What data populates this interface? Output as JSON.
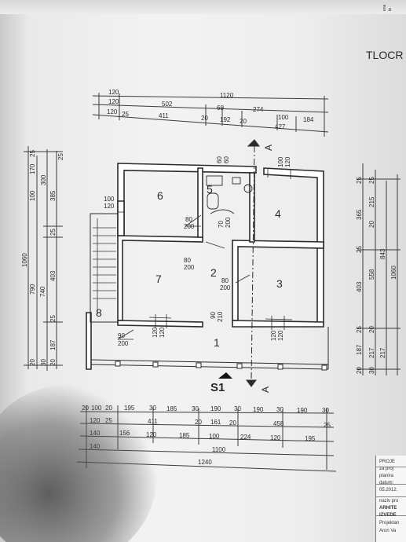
{
  "sheet": {
    "title_fragment": "TLOCR",
    "corner_fragment_1": "ena",
    "corner_fragment_2": "te"
  },
  "rooms": [
    "6",
    "5",
    "4",
    "7",
    "2",
    "3",
    "8",
    "1"
  ],
  "openings": {
    "o100_120_left": [
      "100",
      "120"
    ],
    "o80_200_kitchen": [
      "80",
      "200"
    ],
    "o70_200": [
      "70",
      "200"
    ],
    "o80_200_hall": [
      "80",
      "200"
    ],
    "o80_200_mid": [
      "80",
      "200"
    ],
    "o90_210": [
      "90",
      "210"
    ],
    "o90_200": [
      "90",
      "200"
    ],
    "o120_120_a": [
      "120",
      "120"
    ],
    "o120_120_b": [
      "120",
      "120"
    ],
    "o60_60": [
      "60",
      "60"
    ],
    "o100_120_top": [
      "100",
      "120"
    ]
  },
  "section_marks": {
    "s1": "S1",
    "a_top": "A",
    "a_bottom": "A"
  },
  "dims_top": {
    "row1": [
      "120",
      "1120"
    ],
    "row2": [
      "120",
      "502",
      "60",
      "274"
    ],
    "row3": [
      "120",
      "25",
      "411",
      "20",
      "192",
      "20",
      "100",
      "184"
    ],
    "row3b": [
      "427"
    ]
  },
  "dims_left": {
    "outer": [
      "1060"
    ],
    "mid": [
      "790",
      "740"
    ],
    "inner": [
      "170",
      "300",
      "100",
      "385",
      "25",
      "403",
      "25",
      "187",
      "20",
      "30",
      "20"
    ],
    "small": [
      "25",
      "25"
    ]
  },
  "dims_right": {
    "col1": [
      "25",
      "365",
      "25",
      "403",
      "25",
      "187",
      "20"
    ],
    "col2": [
      "25",
      "215",
      "20",
      "558",
      "20",
      "217",
      "30"
    ],
    "col3": [
      "843",
      "217"
    ],
    "col4": [
      "1060"
    ]
  },
  "dims_bottom": {
    "row1": [
      "20",
      "100",
      "20",
      "195",
      "30",
      "185",
      "30",
      "190",
      "30",
      "190",
      "30",
      "190",
      "30"
    ],
    "row2": [
      "120",
      "25",
      "411",
      "20",
      "161",
      "20",
      "458",
      "25"
    ],
    "row3": [
      "140",
      "156",
      "120",
      "185",
      "100",
      "224",
      "120",
      "195"
    ],
    "row4": [
      "140",
      "1100"
    ],
    "row5": [
      "1240"
    ]
  },
  "title_block": {
    "l1": "PROJE",
    "l2": "za proj",
    "l3": "planira",
    "l4": "datum:",
    "l5": "05.2012.",
    "l6": "naziv pro",
    "l7": "ARHITE",
    "l8": "IZVEDE",
    "l9": "Projektan",
    "l10": "Aron Va"
  }
}
